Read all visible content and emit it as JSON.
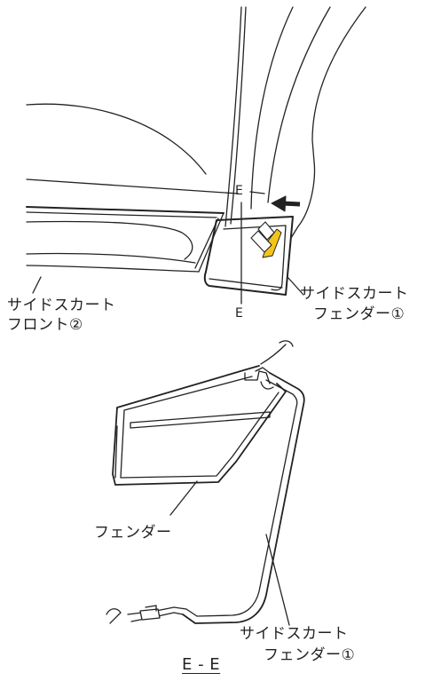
{
  "colors": {
    "line": "#222222",
    "tape": "#f3c51a",
    "background": "#ffffff"
  },
  "upper_view": {
    "section_mark_top": "E",
    "section_mark_bottom": "E",
    "label_side_skirt_front": [
      "サイドスカート",
      "フロント②"
    ],
    "label_side_skirt_fender": [
      "サイドスカート",
      "フェンダー①"
    ],
    "arrow": "arrow-left-icon"
  },
  "section_view": {
    "label_fender": "フェンダー",
    "label_side_skirt_fender": [
      "サイドスカート",
      "フェンダー①"
    ],
    "title": "E - E"
  }
}
